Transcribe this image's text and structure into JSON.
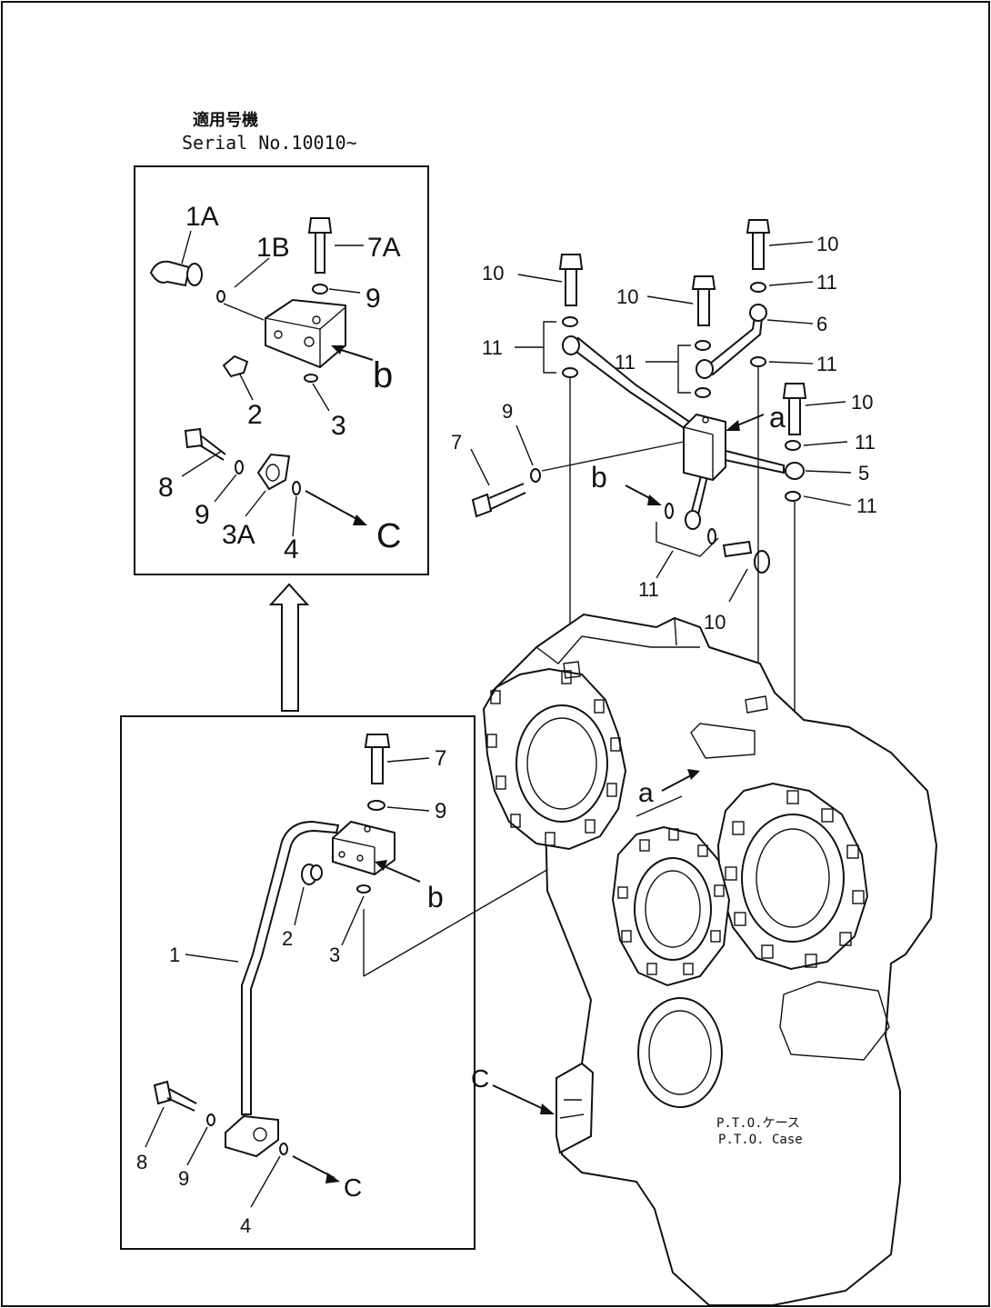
{
  "header": {
    "jp_title": "適用号機",
    "serial_label": "Serial No.10010~"
  },
  "inset_upper": {
    "labels": {
      "l1A": "1A",
      "l1B": "1B",
      "l7A": "7A",
      "l9a": "9",
      "lb": "b",
      "l2": "2",
      "l3": "3",
      "l8": "8",
      "l9b": "9",
      "l3A": "3A",
      "l4": "4",
      "lC": "C"
    }
  },
  "inset_lower": {
    "labels": {
      "l7": "7",
      "l9a": "9",
      "lb": "b",
      "l2": "2",
      "l3": "3",
      "l1": "1",
      "l8": "8",
      "l9b": "9",
      "l4": "4",
      "lC": "C"
    }
  },
  "main": {
    "labels": {
      "l10a": "10",
      "l10b": "10",
      "l10c": "10",
      "l10d": "10",
      "l10e": "10",
      "l11a": "11",
      "l11b": "11",
      "l11c": "11",
      "l11d": "11",
      "l11e": "11",
      "l11f": "11",
      "l11g": "11",
      "l6": "6",
      "l5": "5",
      "l7": "7",
      "l9": "9",
      "la1": "a",
      "la2": "a",
      "lb": "b",
      "lc": "C"
    },
    "pto_jp": "P.T.O.ケース",
    "pto_en": "P.T.O. Case"
  }
}
